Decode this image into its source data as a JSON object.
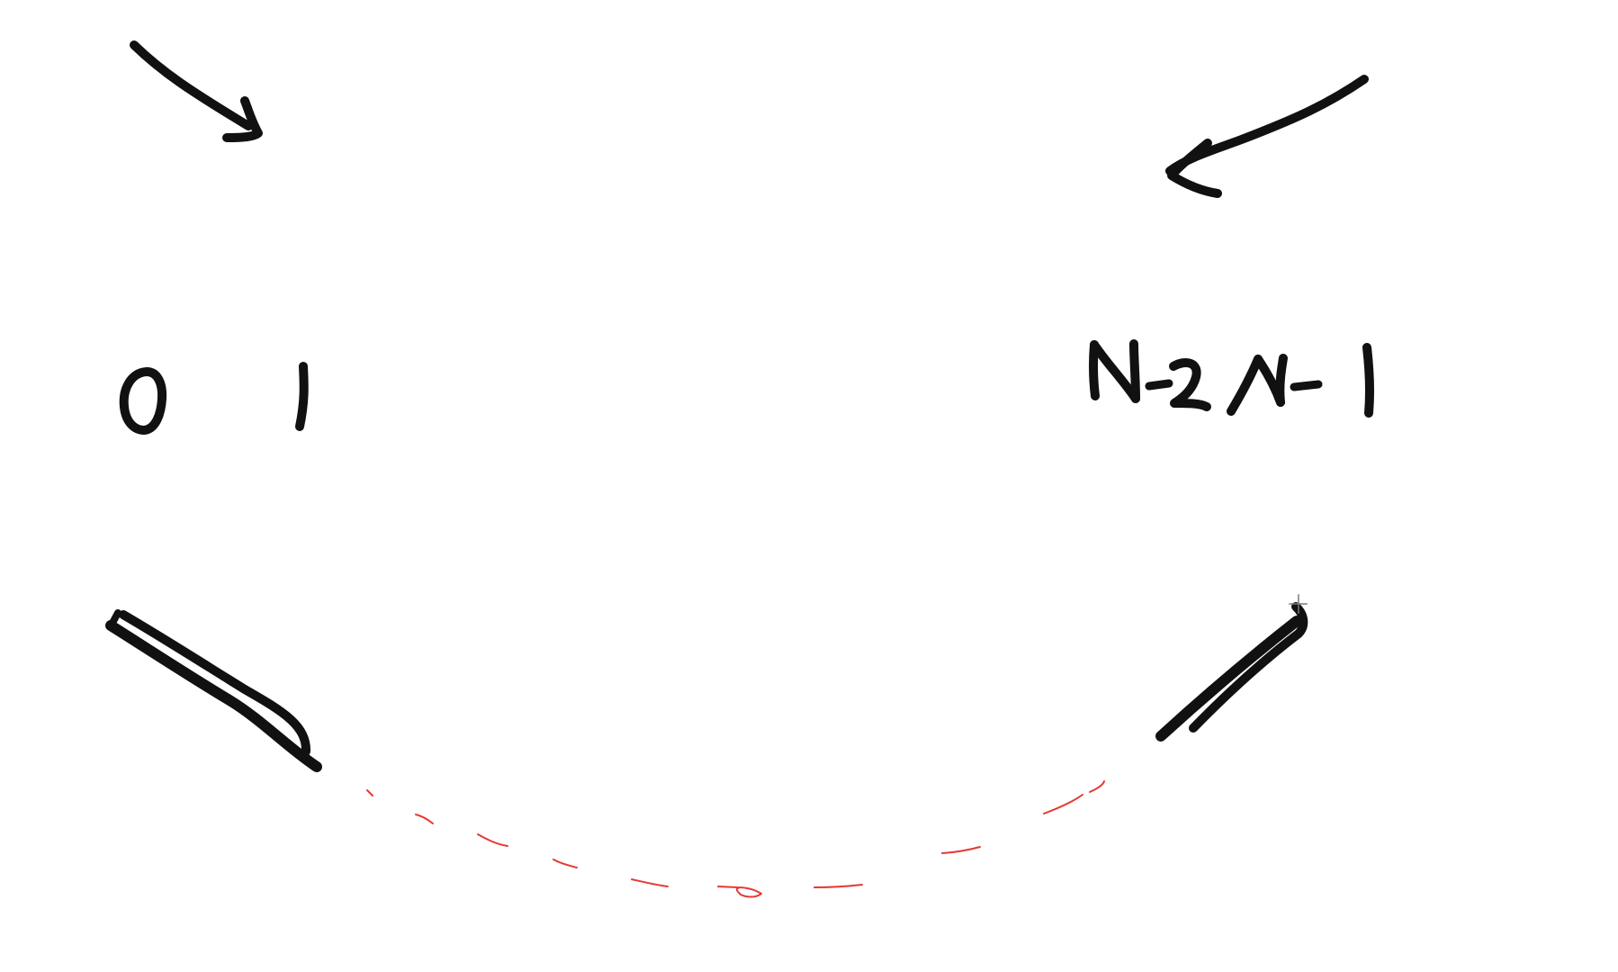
{
  "whiteboard": {
    "colors": {
      "background": "#ffffff",
      "ink": "#111111",
      "red_ink": "#e53935",
      "cursor": "#7a7a7a"
    },
    "handwritten_labels": {
      "zero": "0",
      "one": "1",
      "n_minus_two": "N-2",
      "n_minus_one": "N-1"
    },
    "icons": {
      "top_left": "arrow-down-right-icon",
      "top_right": "arrow-down-left-icon",
      "cursor": "crosshair-cursor-icon"
    }
  }
}
